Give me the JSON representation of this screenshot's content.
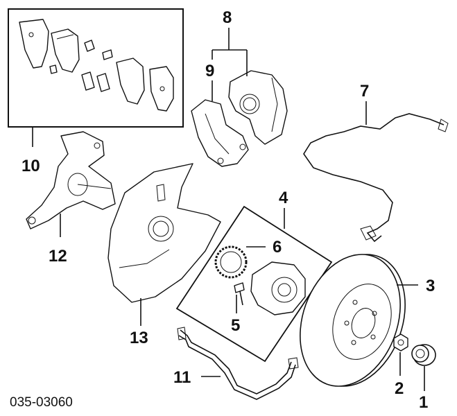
{
  "diagram": {
    "part_code": "035-03060",
    "callouts": {
      "c1": "1",
      "c2": "2",
      "c3": "3",
      "c4": "4",
      "c5": "5",
      "c6": "6",
      "c7": "7",
      "c8": "8",
      "c9": "9",
      "c10": "10",
      "c11": "11",
      "c12": "12",
      "c13": "13"
    }
  }
}
